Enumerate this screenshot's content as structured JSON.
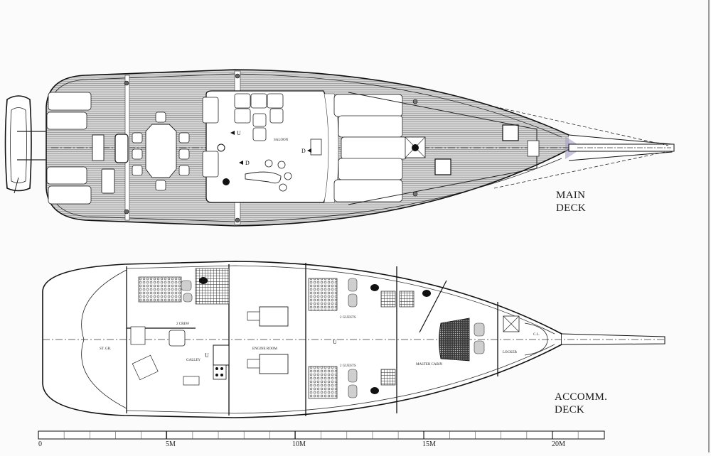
{
  "drawing": {
    "type": "yacht deck plan",
    "background": "#fbfbfb",
    "line_color": "#1a1a1a",
    "deck_fill": "#c9c9c9",
    "accent_purple": "#a79cc4"
  },
  "main_deck": {
    "title_line1": "MAIN",
    "title_line2": "DECK",
    "labels": {
      "saloon": "SALOON",
      "up_arrow": "U",
      "down_arrow_1": "D",
      "down_arrow_2": "D"
    }
  },
  "accomm_deck": {
    "title_line1": "ACCOMM.",
    "title_line2": "DECK",
    "labels": {
      "storage": "ST. GR.",
      "crew": "2 CREW",
      "galley": "GALLEY",
      "engine_room": "ENGINE ROOM",
      "guests_upper": "2 GUESTS",
      "guests_lower": "2 GUESTS",
      "master_cabin": "MASTER CABIN",
      "locker": "LOCKER",
      "chain_locker": "C.L.",
      "up_arrow_1": "U",
      "up_arrow_2": "U"
    }
  },
  "scale_bar": {
    "unit": "M",
    "ticks": [
      "0",
      "5M",
      "10M",
      "15M",
      "20M"
    ],
    "minor_divisions_per_5m": 5,
    "total_length_m": 22
  }
}
